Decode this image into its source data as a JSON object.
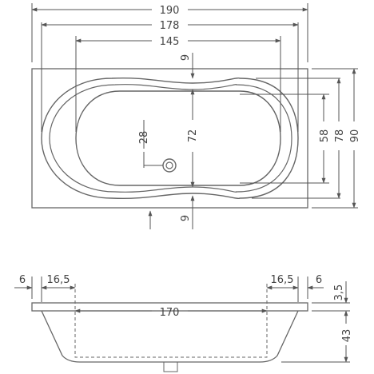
{
  "top_view": {
    "dims": {
      "overall_length": "190",
      "outer_rim_length": "178",
      "inner_length": "145",
      "rim_top": "9",
      "rim_bottom": "9",
      "drain_offset": "28",
      "inner_width": "72",
      "bottom_width": "58",
      "rim_width": "78",
      "overall_width": "90"
    }
  },
  "side_view": {
    "dims": {
      "left_edge": "6",
      "left_slope": "16,5",
      "right_slope": "16,5",
      "right_edge": "6",
      "bottom_length": "170",
      "rim_thickness": "3,5",
      "depth": "43"
    }
  }
}
